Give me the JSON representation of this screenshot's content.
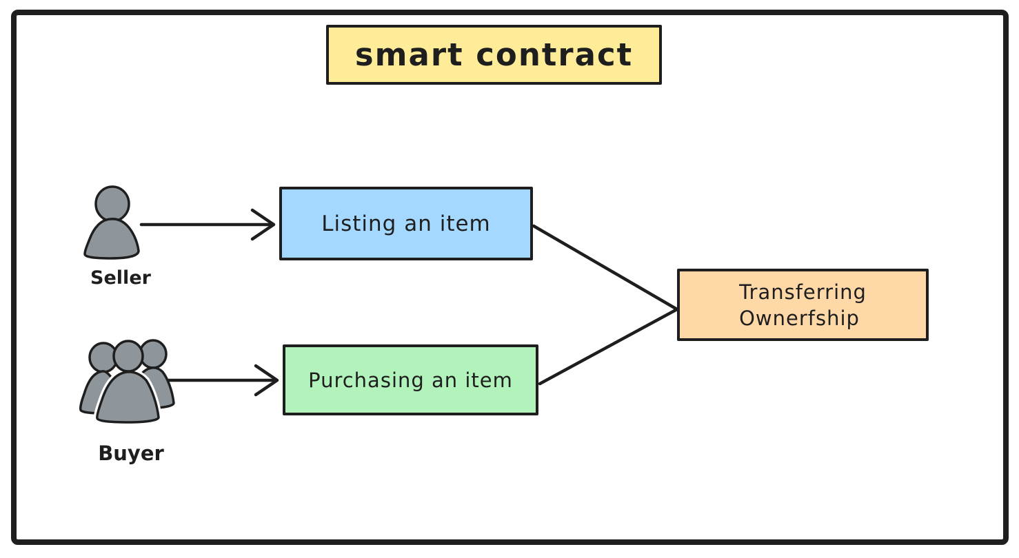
{
  "diagram": {
    "title": {
      "label": "smart contract",
      "fill": "#ffec99"
    },
    "nodes": {
      "listing": {
        "label": "Listing an item",
        "fill": "#a5d8ff"
      },
      "purchasing": {
        "label": "Purchasing an item",
        "fill": "#b2f2bb"
      },
      "transferring": {
        "line1": "Transferring",
        "line2": "Ownerfship",
        "fill": "#ffd8a8"
      }
    },
    "actors": {
      "seller": {
        "label": "Seller",
        "icon": "single-person-icon"
      },
      "buyer": {
        "label": "Buyer",
        "icon": "three-people-icon"
      }
    },
    "connections": [
      {
        "from": "seller",
        "to": "listing",
        "type": "arrow"
      },
      {
        "from": "buyer",
        "to": "purchasing",
        "type": "arrow"
      },
      {
        "from": "listing",
        "to": "transferring",
        "type": "line"
      },
      {
        "from": "purchasing",
        "to": "transferring",
        "type": "line"
      }
    ],
    "colors": {
      "stroke": "#1e1e1e",
      "actor_fill": "#8e969c",
      "background": "#ffffff"
    }
  }
}
